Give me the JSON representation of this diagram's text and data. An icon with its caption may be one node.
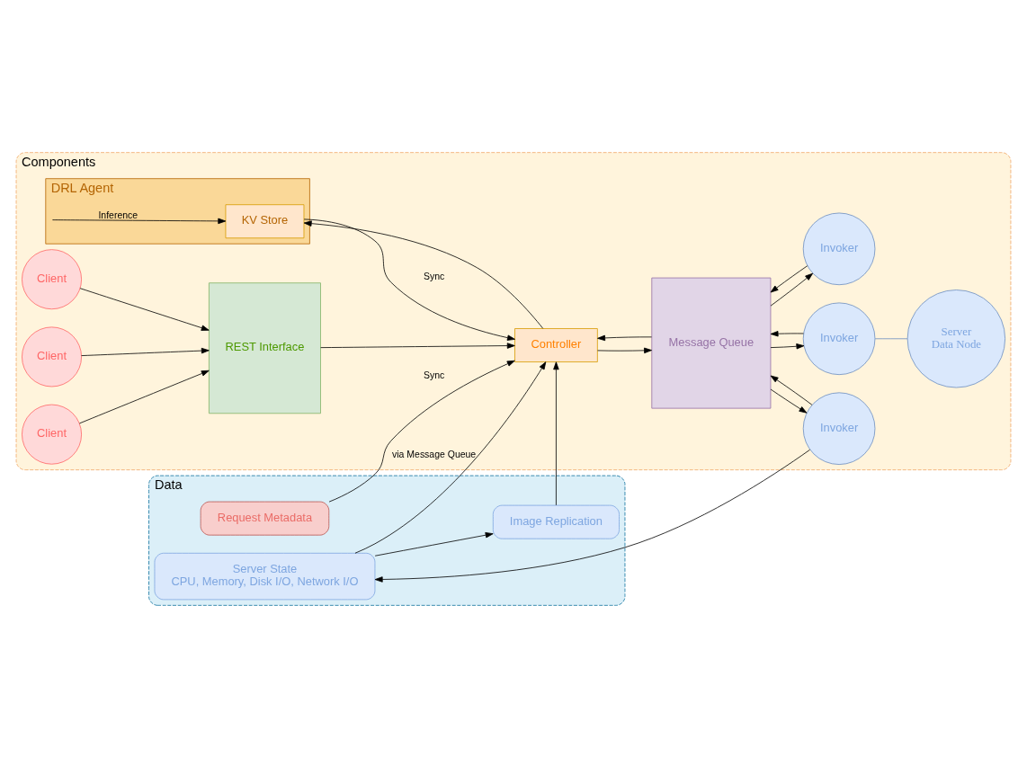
{
  "diagram": {
    "nodes": [
      {
        "text": [
          "Components"
        ]
      },
      {
        "text": [
          "Client"
        ],
        "in": 0
      },
      {
        "text": [
          "Client"
        ],
        "in": 0
      },
      {
        "text": [
          "Client"
        ],
        "in": 0
      },
      {
        "text": [
          "REST Interface"
        ],
        "in": 0
      },
      {
        "text": [
          "DRL Agent"
        ],
        "in": 0
      },
      {
        "text": [
          "KV Store"
        ],
        "in": 5
      },
      {
        "text": [
          "Controller"
        ],
        "in": 0
      },
      {
        "text": [
          "Message Queue"
        ],
        "in": 0
      },
      {
        "text": [
          "Invoker"
        ],
        "in": 0
      },
      {
        "text": [
          "Invoker"
        ],
        "in": 0
      },
      {
        "text": [
          "Invoker"
        ],
        "in": 0
      },
      {
        "text": [
          "Server",
          "Data Node"
        ],
        "in": 0
      },
      {
        "text": [
          "Data"
        ]
      },
      {
        "text": [
          "Request Metadata"
        ],
        "in": 13
      },
      {
        "text": [
          "Server State",
          "CPU, Memory, Disk I/O, Network I/O"
        ],
        "in": 13
      },
      {
        "text": [
          "Image Replication"
        ],
        "in": 13
      }
    ],
    "edges": [
      {
        "from": 1,
        "to": 4,
        "arrow": "to"
      },
      {
        "from": 2,
        "to": 4,
        "arrow": "to"
      },
      {
        "from": 3,
        "to": 4,
        "arrow": "to"
      },
      {
        "from": 4,
        "to": 7,
        "arrow": "to"
      },
      {
        "from": 5,
        "to": 6,
        "arrow": "to",
        "label": "Inference"
      },
      {
        "from": 7,
        "to": 6,
        "arrow": "to"
      },
      {
        "from": 6,
        "to": 7,
        "arrow": "to",
        "label": "Sync"
      },
      {
        "from": 8,
        "to": 7,
        "arrow": "to"
      },
      {
        "from": 7,
        "to": 8,
        "arrow": "to"
      },
      {
        "from": 8,
        "to": 9,
        "arrow": "to"
      },
      {
        "from": 9,
        "to": 8,
        "arrow": "to"
      },
      {
        "from": 8,
        "to": 10,
        "arrow": "to"
      },
      {
        "from": 10,
        "to": 8,
        "arrow": "to"
      },
      {
        "from": 8,
        "to": 11,
        "arrow": "to"
      },
      {
        "from": 11,
        "to": 8,
        "arrow": "to"
      },
      {
        "from": 9,
        "to": 12,
        "arrow": "none",
        "color": "#6c8ebf"
      },
      {
        "from": 11,
        "to": 15,
        "arrow": "to"
      },
      {
        "from": 15,
        "to": 16,
        "arrow": "to"
      },
      {
        "from": 14,
        "to": 7,
        "arrow": "to",
        "label": "Sync"
      },
      {
        "from": 15,
        "to": 7,
        "arrow": "to",
        "label": "via Message Queue"
      },
      {
        "from": 16,
        "to": 7,
        "arrow": "to"
      }
    ]
  }
}
